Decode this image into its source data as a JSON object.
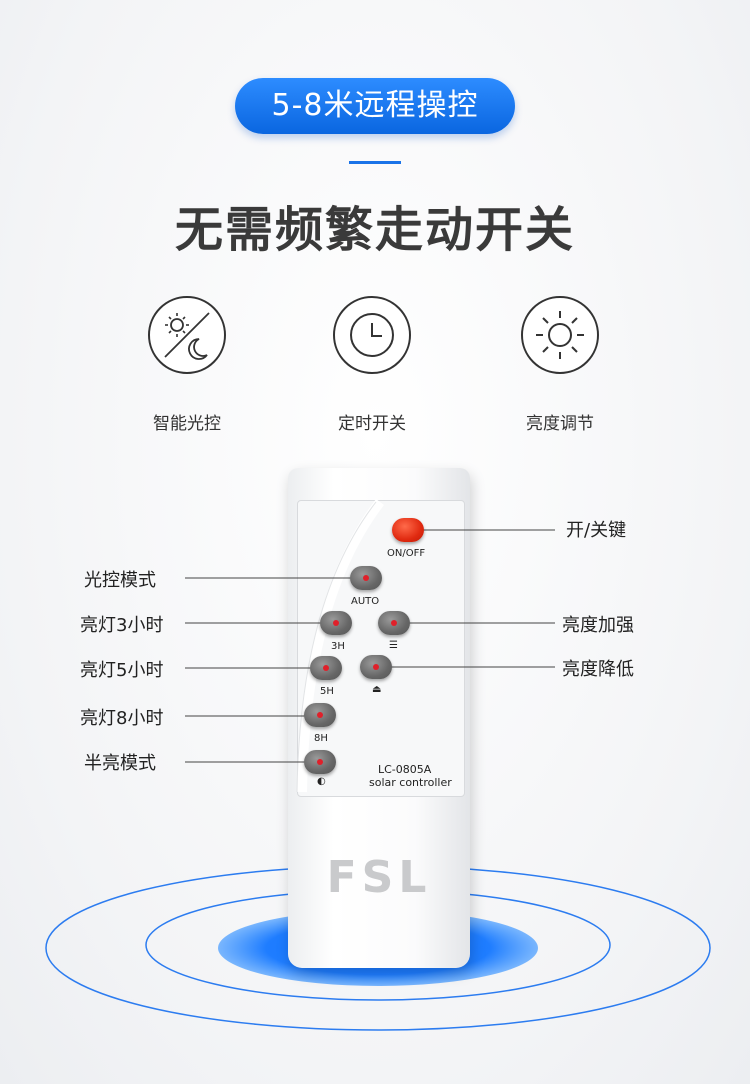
{
  "banner": {
    "pill": "5-8米远程操控",
    "headline": "无需频繁走动开关"
  },
  "features": [
    {
      "label": "智能光控",
      "icon": "sun-moon-icon"
    },
    {
      "label": "定时开关",
      "icon": "clock-icon"
    },
    {
      "label": "亮度调节",
      "icon": "brightness-icon"
    }
  ],
  "remote": {
    "buttons": {
      "onoff": "ON/OFF",
      "auto": "AUTO",
      "h3": "3H",
      "h5": "5H",
      "h8": "8H"
    },
    "model": "LC-0805A",
    "subtitle": "solar controller",
    "brand": "FSL"
  },
  "callouts": {
    "power": "开/关键",
    "auto": "光控模式",
    "h3": "亮灯3小时",
    "h5": "亮灯5小时",
    "h8": "亮灯8小时",
    "half": "半亮模式",
    "up": "亮度加强",
    "down": "亮度降低"
  },
  "colors": {
    "accent": "#1a73e8",
    "power_button": "#e02a10",
    "dot": "#e0202a"
  }
}
